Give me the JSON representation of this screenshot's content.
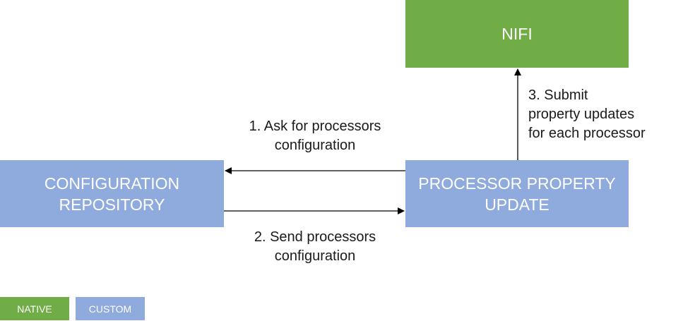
{
  "colors": {
    "native": "#70ad47",
    "custom": "#8faadc",
    "arrow": "#000000"
  },
  "nodes": {
    "nifi": {
      "label": "NIFI",
      "kind": "native"
    },
    "configuration_repository": {
      "label": "CONFIGURATION\nREPOSITORY",
      "kind": "custom"
    },
    "processor_property_update": {
      "label": "PROCESSOR PROPERTY\nUPDATE",
      "kind": "custom"
    }
  },
  "edges": {
    "ask": {
      "label": "1. Ask for processors\nconfiguration",
      "from": "processor_property_update",
      "to": "configuration_repository"
    },
    "send": {
      "label": "2. Send processors\nconfiguration",
      "from": "configuration_repository",
      "to": "processor_property_update"
    },
    "submit": {
      "label": "3. Submit\nproperty updates\nfor each processor",
      "from": "processor_property_update",
      "to": "nifi"
    }
  },
  "legend": {
    "native": "NATIVE",
    "custom": "CUSTOM"
  }
}
